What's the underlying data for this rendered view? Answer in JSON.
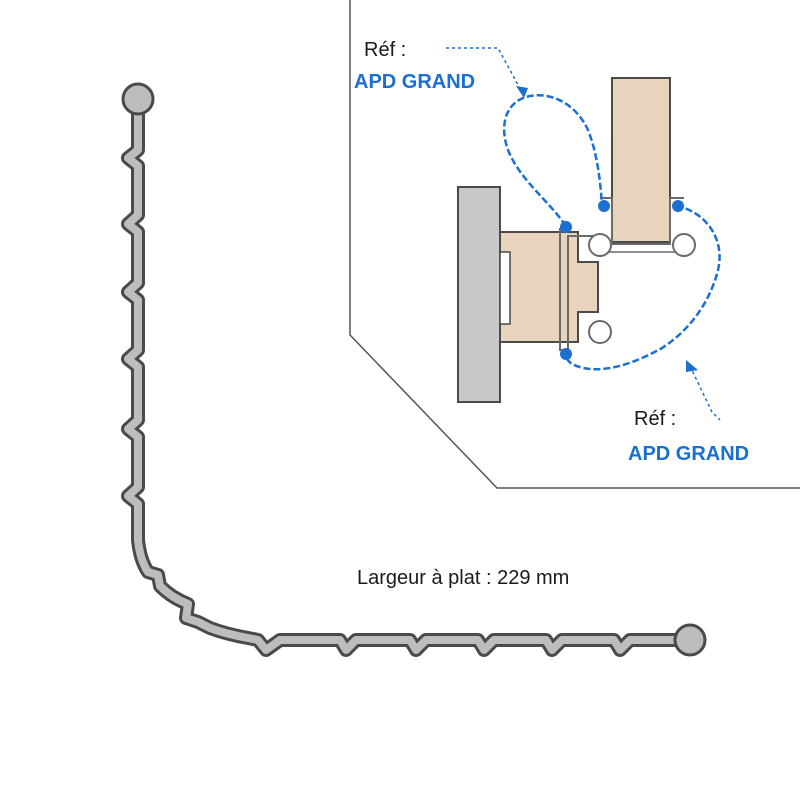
{
  "callout_top": {
    "ref_label": "Réf :",
    "product": "APD GRAND"
  },
  "callout_bottom": {
    "ref_label": "Réf :",
    "product": "APD GRAND"
  },
  "profile_caption": "Largeur à plat : 229 mm",
  "colors": {
    "accent_blue": "#1a6fd1",
    "profile_grey": "#bdbdbd",
    "profile_outline": "#4a4a4a",
    "wood": "#e8d3bd",
    "wall": "#c8c8c8"
  },
  "icons": {
    "profile": "flat-gasket-profile-icon",
    "door_detail": "door-frame-cross-section-icon"
  }
}
